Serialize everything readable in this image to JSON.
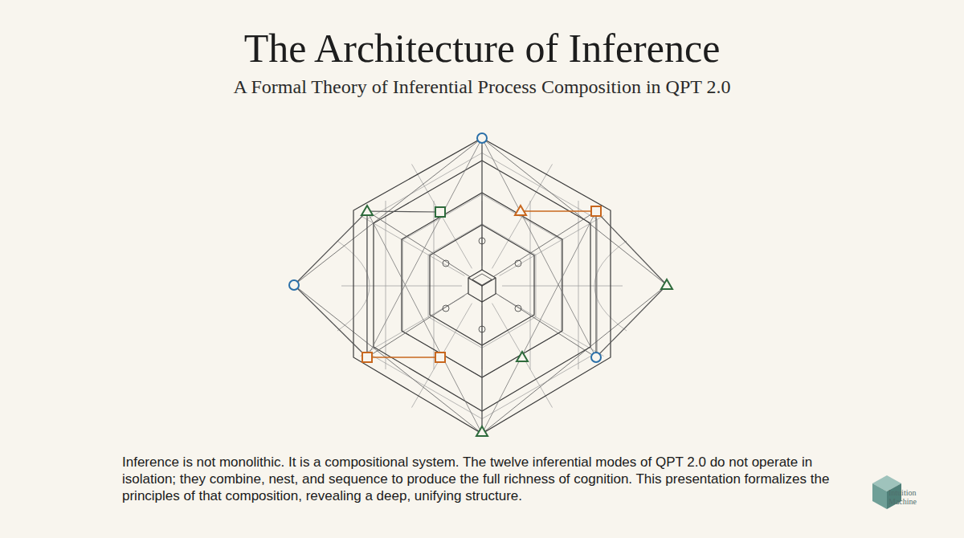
{
  "diagram": {
    "title": "The Architecture of Inference",
    "caption": "Inference is not monolithic. It is a compositional system. The twelve inferential modes of QPT 2.0 do not operate in isolation; they combine, nest, and sequence to produce the full richness of cognition. This presentation formalizes the principles of that composition, revealing a deep, unifying structure.",
    "labels": [
      "A Formal Theory of Inferential Process Composition in QPT 2.0",
      "Intuition Machine"
    ]
  }
}
